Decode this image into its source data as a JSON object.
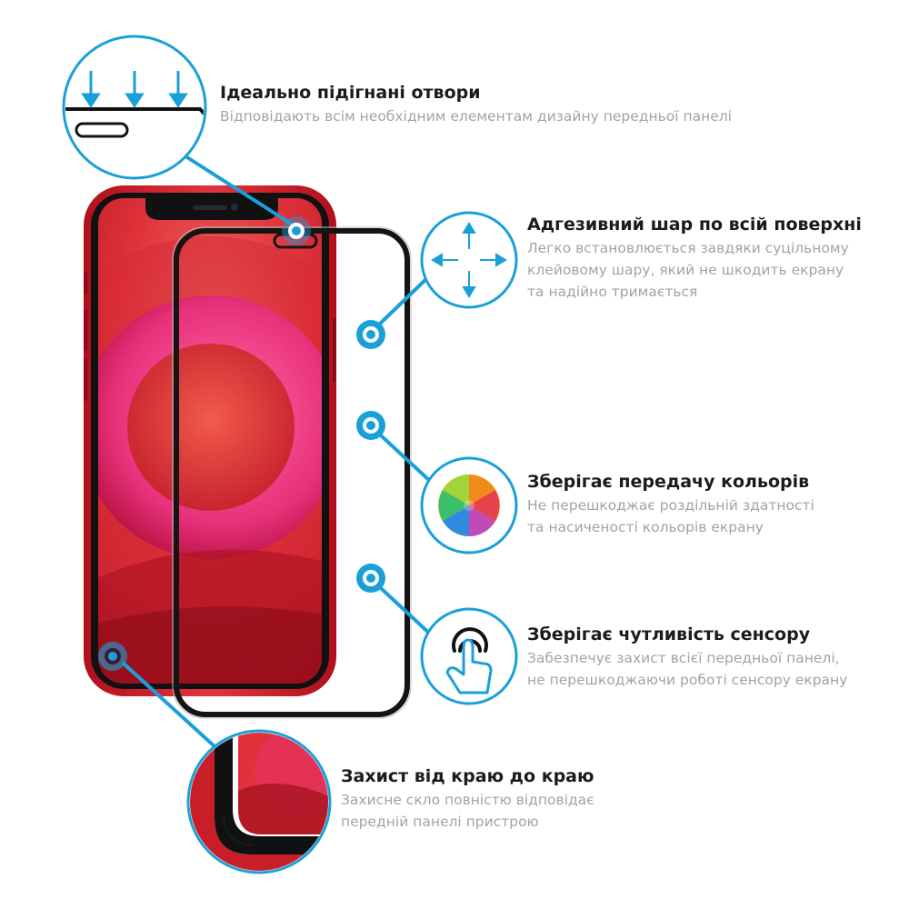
{
  "features": {
    "holes": {
      "title": "Ідеально підігнані отвори",
      "desc": [
        "Відповідають всім необхідним елементам дизайну передньої панелі"
      ],
      "icon": "aligned-holes-arrows-icon"
    },
    "adhesive": {
      "title": "Адгезивний шар по всій поверхні",
      "desc": [
        "Легко встановлюється завдяки суцільному",
        "клейовому шару, який не шкодить екрану",
        "та надійно тримається"
      ],
      "icon": "four-arrows-expand-icon"
    },
    "colors": {
      "title": "Зберігає передачу кольорів",
      "desc": [
        "Не перешкоджає роздільній здатності",
        "та насиченості кольорів екрану"
      ],
      "icon": "color-wheel-icon"
    },
    "touch": {
      "title": "Зберігає чутливість сенсору",
      "desc": [
        "Забезпечує захист всієї передньої панелі,",
        "не перешкоджаючи роботі сенсору екрану"
      ],
      "icon": "touch-finger-icon"
    },
    "edges": {
      "title": "Захист від краю до краю",
      "desc": [
        "Захисне скло повністю відповідає",
        "передній панелі пристрою"
      ],
      "icon": "edge-corner-zoom-icon"
    }
  },
  "colors": {
    "accent": "#1aa0d8",
    "title_text": "#1b1b1b",
    "desc_text": "#a3a3a3",
    "phone_red": "#d3202a"
  }
}
